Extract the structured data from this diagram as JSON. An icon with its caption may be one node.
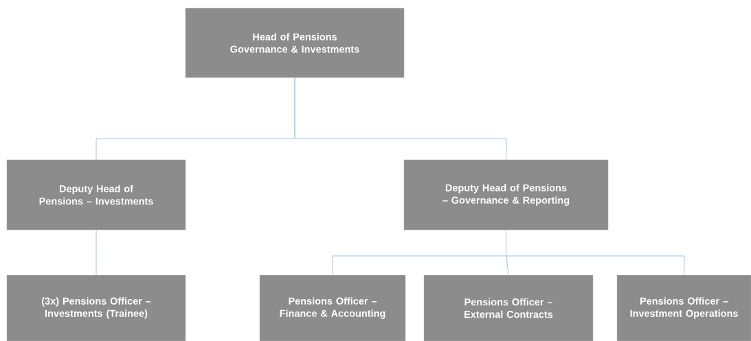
{
  "diagram": {
    "nodes": [
      {
        "text": [
          "Head of Pensions Governance & Investments"
        ]
      },
      {
        "text": [
          "Deputy Head of Pensions – Investments"
        ]
      },
      {
        "text": [
          "Deputy Head of Pensions – Governance & Reporting"
        ]
      },
      {
        "text": [
          "(3x) Pensions Officer – Investments (Trainee)"
        ]
      },
      {
        "text": [
          "Pensions Officer – Finance & Accounting"
        ]
      },
      {
        "text": [
          "Pensions Officer – External Contracts"
        ]
      },
      {
        "text": [
          "Pensions Officer – Investment Operations"
        ]
      }
    ],
    "edges": [
      {
        "from": 0,
        "to": 1,
        "arrow": "none"
      },
      {
        "from": 0,
        "to": 2,
        "arrow": "none"
      },
      {
        "from": 1,
        "to": 3,
        "arrow": "none"
      },
      {
        "from": 2,
        "to": 4,
        "arrow": "none"
      },
      {
        "from": 2,
        "to": 5,
        "arrow": "none"
      },
      {
        "from": 2,
        "to": 6,
        "arrow": "none"
      }
    ]
  }
}
